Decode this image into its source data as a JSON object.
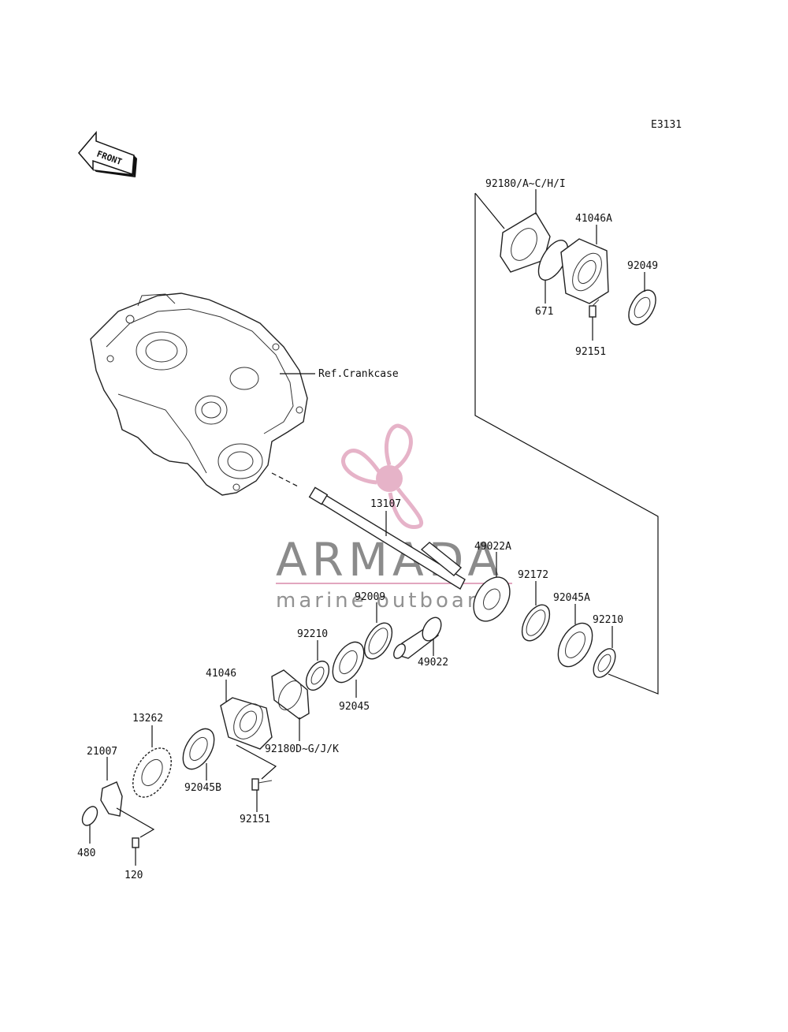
{
  "diagram_code": "E3131",
  "front_label": "FRONT",
  "reference_label": "Ref.Crankcase",
  "watermark": {
    "brand": "ARMADA",
    "tagline": "marine outboards",
    "color": "#e2a6bf",
    "text_color": "#777777"
  },
  "parts": {
    "p92180_ach": "92180/A~C/H/I",
    "p41046a": "41046A",
    "p92049": "92049",
    "p671": "671",
    "p92151_top": "92151",
    "p13107": "13107",
    "p49022a": "49022A",
    "p92172": "92172",
    "p92045a": "92045A",
    "p92210_right": "92210",
    "p92009": "92009",
    "p49022": "49022",
    "p92210_mid": "92210",
    "p92045": "92045",
    "p41046": "41046",
    "p92180_dgk": "92180D~G/J/K",
    "p13262": "13262",
    "p21007": "21007",
    "p92045b": "92045B",
    "p92151_bottom": "92151",
    "p480": "480",
    "p120": "120"
  }
}
